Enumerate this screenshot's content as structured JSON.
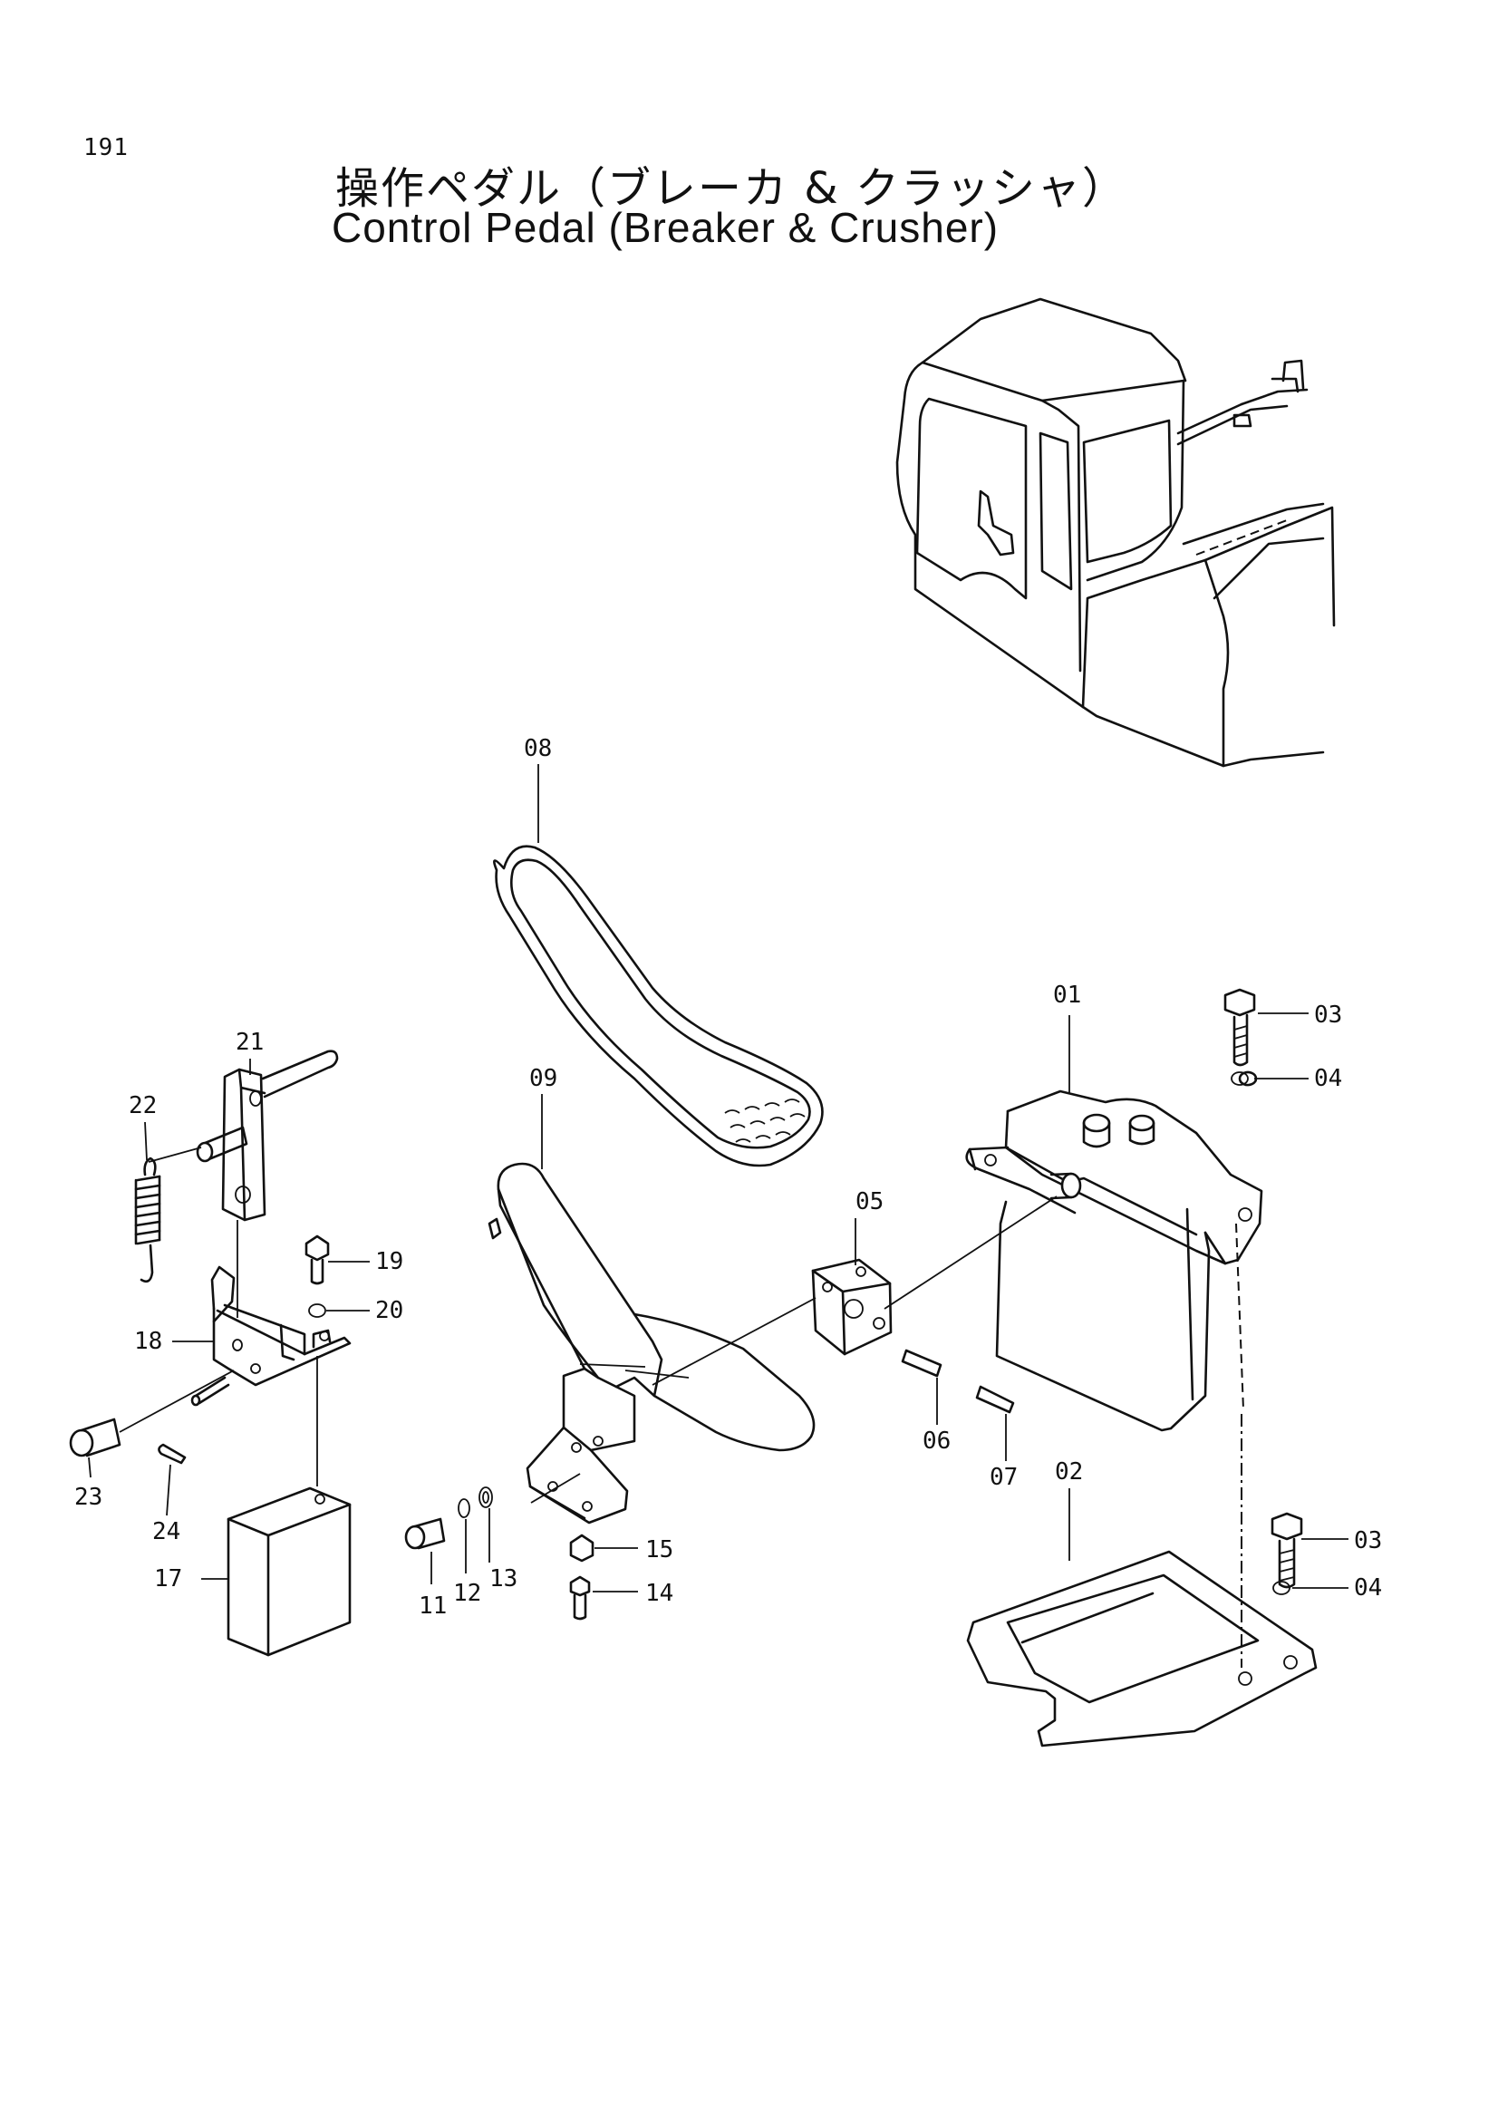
{
  "page_number": "191",
  "title_ja": "操作ペダル（ブレーカ & クラッシャ）",
  "title_en": "Control Pedal (Breaker & Crusher)",
  "callouts": {
    "p01": "01",
    "p02": "02",
    "p03a": "03",
    "p03b": "03",
    "p04a": "04",
    "p04b": "04",
    "p05": "05",
    "p06": "06",
    "p07": "07",
    "p08": "08",
    "p09": "09",
    "p11": "11",
    "p12": "12",
    "p13": "13",
    "p14": "14",
    "p15": "15",
    "p17": "17",
    "p18": "18",
    "p19": "19",
    "p20": "20",
    "p21": "21",
    "p22": "22",
    "p23": "23",
    "p24": "24"
  }
}
